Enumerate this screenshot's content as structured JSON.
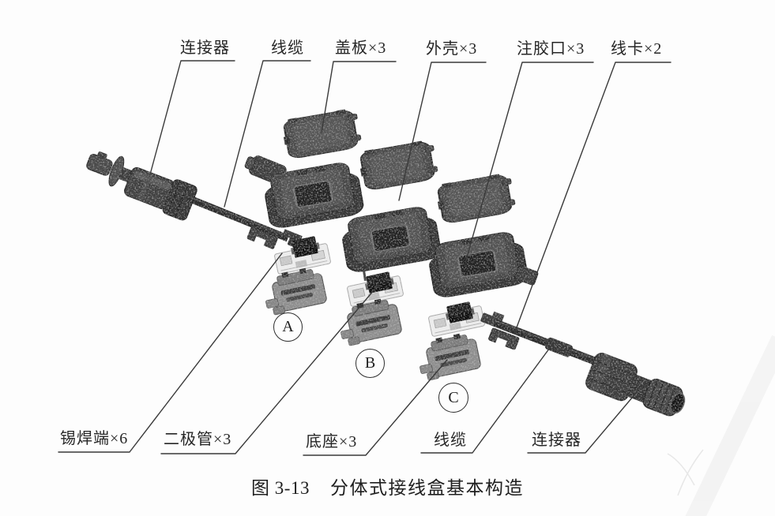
{
  "figure_caption": {
    "number": "图 3-13",
    "title": "分体式接线盒基本构造"
  },
  "callouts": {
    "top": [
      {
        "id": "connector-left",
        "label": "连接器"
      },
      {
        "id": "cable-left",
        "label": "线缆"
      },
      {
        "id": "cover-plate",
        "label": "盖板×3"
      },
      {
        "id": "shell",
        "label": "外壳×3"
      },
      {
        "id": "glue-port",
        "label": "注胶口×3"
      },
      {
        "id": "wire-clip",
        "label": "线卡×2"
      }
    ],
    "bottom": [
      {
        "id": "solder-terminal",
        "label": "锡焊端×6"
      },
      {
        "id": "diode",
        "label": "二极管×3"
      },
      {
        "id": "base",
        "label": "底座×3"
      },
      {
        "id": "cable-right",
        "label": "线缆"
      },
      {
        "id": "connector-right",
        "label": "连接器"
      }
    ],
    "group_letters": [
      "A",
      "B",
      "C"
    ]
  },
  "colors": {
    "background": "#fdfdfd",
    "leader_line": "#3a3a3a",
    "part_dark": "#3f3f3f",
    "part_mid": "#555555",
    "shell_hole": "#232323",
    "pcb_light": "#ececec",
    "base_gray": "#8e8e8e",
    "diode_black": "#141414",
    "text": "#262626"
  }
}
